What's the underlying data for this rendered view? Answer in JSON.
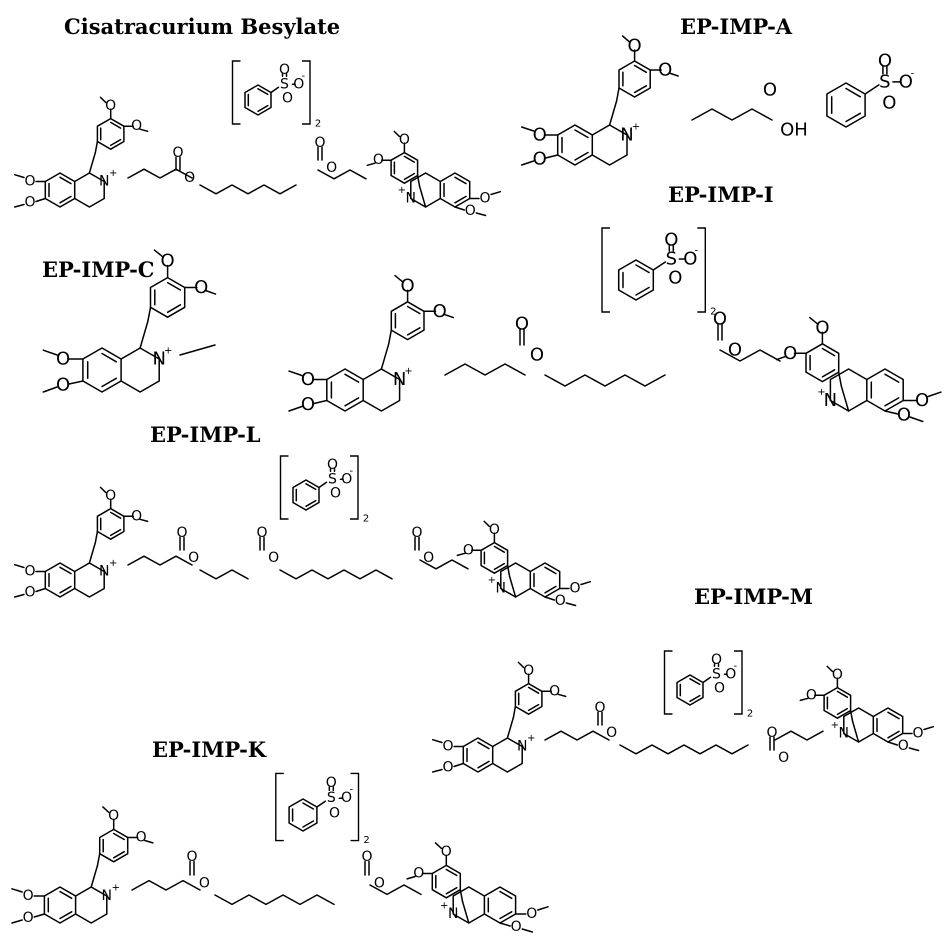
{
  "titles": {
    "cisatracurium": "Cisatracurium Besylate",
    "imp_a": "EP-IMP-A",
    "imp_c": "EP-IMP-C",
    "imp_i": "EP-IMP-I",
    "imp_l": "EP-IMP-L",
    "imp_m": "EP-IMP-M",
    "imp_k": "EP-IMP-K"
  },
  "atoms": {
    "oxygen": "O",
    "nitrogen": "N",
    "sulfur": "S",
    "hydroxyl": "OH",
    "plus": "+",
    "minus": "-",
    "salt_count": "2"
  }
}
